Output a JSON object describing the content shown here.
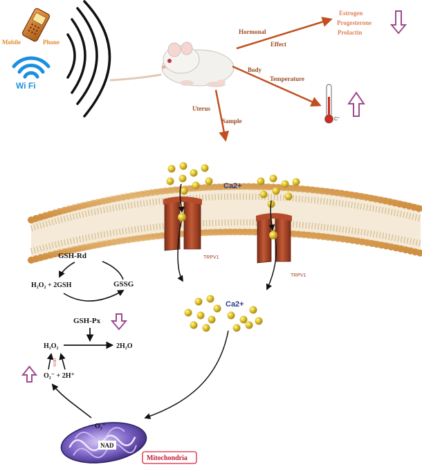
{
  "sources": {
    "mobile_word1": "Mobile",
    "mobile_word2": "Phone",
    "wifi_label": "Wi Fi"
  },
  "arrows": {
    "hormonal_line1": "Hormonal",
    "hormonal_line2": "Effect",
    "body_line1": "Body",
    "body_line2": "Temperature",
    "uterus_line1": "Uterus",
    "uterus_line2": "Sample"
  },
  "hormones": [
    "Estrogen",
    "Progesterone",
    "Prolactin"
  ],
  "thermometer_unit": "C°",
  "calcium": {
    "top_label": "Ca2+",
    "bottom_label": "Ca2+"
  },
  "channels": {
    "left_label": "TRPV1",
    "right_label": "TRPV1"
  },
  "glutathione": {
    "gsh_rd": "GSH-Rd",
    "h2o2_2gsh": "H₂O₂ + 2GSH",
    "gssg": "GSSG",
    "gsh_px": "GSH-Px",
    "h2o2": "H₂O₂",
    "water": "2H₂O",
    "sod": "SOD",
    "superoxide_2h": "O₂⁻ + 2H⁺"
  },
  "mitochondria": {
    "superoxide": "O₂⁻",
    "nad": "NAD",
    "label": "Mitochondria"
  },
  "colors": {
    "accent_arrow": "#c0501e",
    "indicator": "#a0488c",
    "channel": "#a9442a",
    "calcium": "#e2c52a",
    "membrane": "#e0a860",
    "wifi": "#1b8fe0",
    "mito_label_box": "#e0203a"
  }
}
